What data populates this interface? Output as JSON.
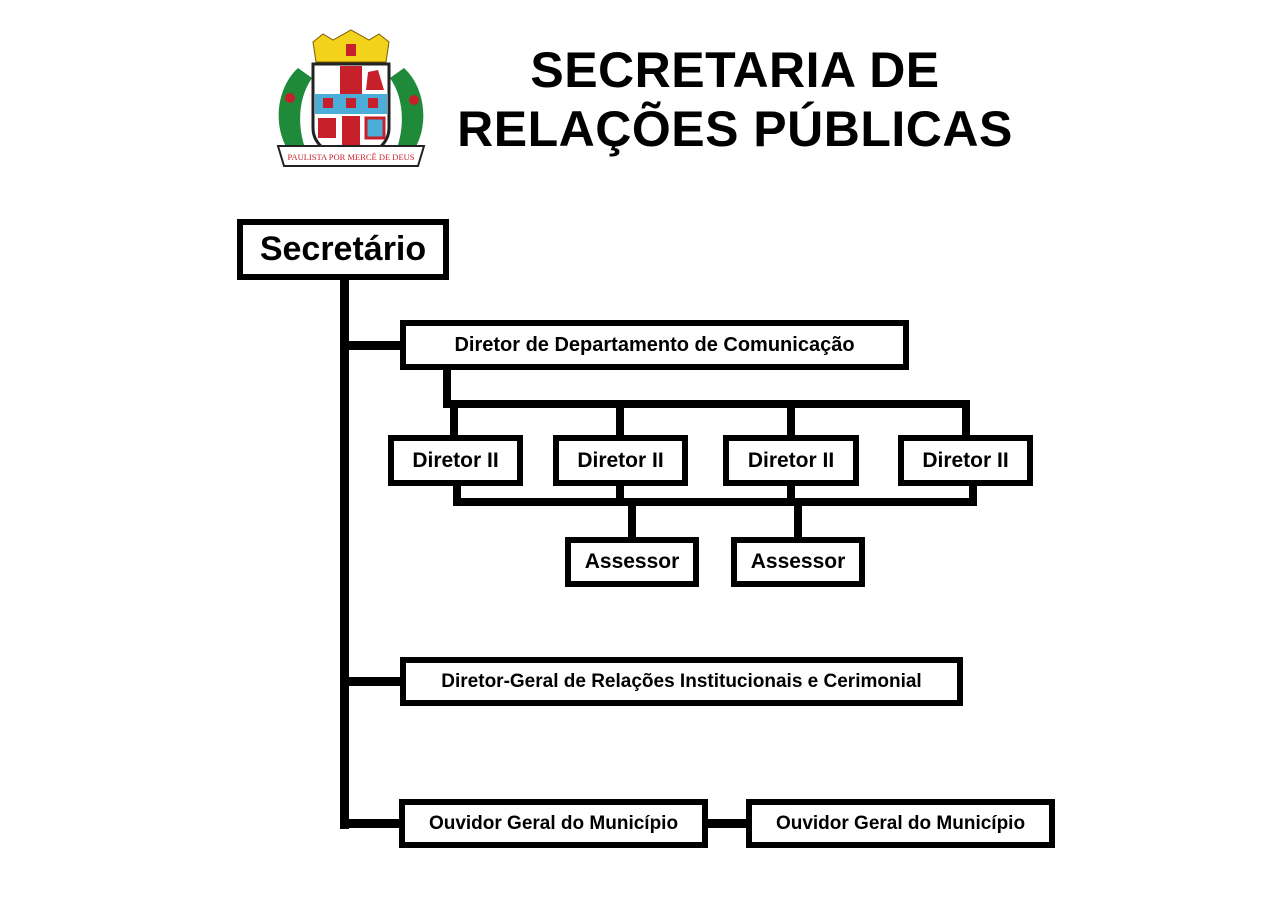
{
  "header": {
    "title_line1": "SECRETARIA DE",
    "title_line2": "RELAÇÕES PÚBLICAS",
    "crest": {
      "icon": "municipal-coat-of-arms-icon",
      "motto": "PAULISTA POR MERCÊ DE DEUS"
    }
  },
  "org_chart": {
    "root": {
      "label": "Secretário"
    },
    "communication": {
      "director": {
        "label": "Diretor de Departamento de Comunicação"
      },
      "directors_ii": [
        {
          "label": "Diretor II"
        },
        {
          "label": "Diretor II"
        },
        {
          "label": "Diretor II"
        },
        {
          "label": "Diretor II"
        }
      ],
      "advisors": [
        {
          "label": "Assessor"
        },
        {
          "label": "Assessor"
        }
      ]
    },
    "institutional": {
      "label": "Diretor-Geral de Relações Institucionais e Cerimonial"
    },
    "ombudsman": [
      {
        "label": "Ouvidor Geral do Município"
      },
      {
        "label": "Ouvidor Geral do Município"
      }
    ]
  },
  "colors": {
    "line": "#000000",
    "background": "#ffffff",
    "crest_red": "#c8202b",
    "crest_gold": "#f2d21b",
    "crest_green": "#1e8a3a",
    "crest_blue": "#4aaed9"
  }
}
